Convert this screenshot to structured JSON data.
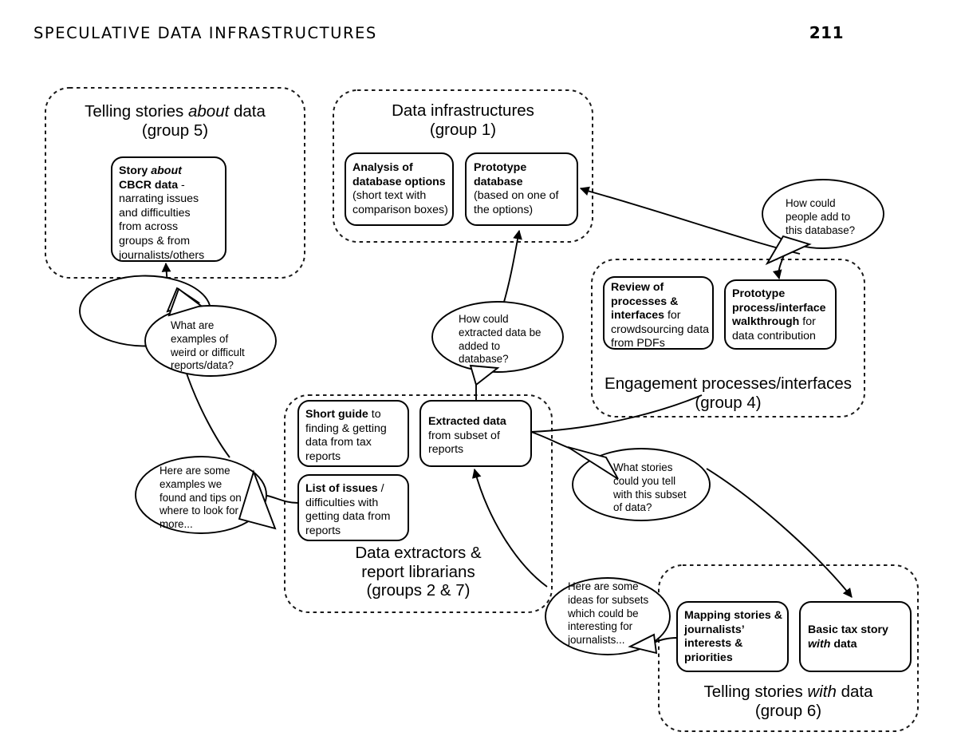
{
  "header": {
    "title": "Speculative data infrastructures",
    "page_number": "211"
  },
  "colors": {
    "ink": "#000000",
    "group_border": "#1a1a1a",
    "background": "#ffffff"
  },
  "groups": [
    {
      "id": "group-5",
      "title": "Telling stories <em>about</em> data\n(group 5)",
      "title_plain": "Telling stories about data (group 5)"
    },
    {
      "id": "group-1",
      "title": "Data infrastructures\n(group 1)",
      "title_plain": "Data infrastructures (group 1)"
    },
    {
      "id": "group-4",
      "title": "Engagement processes/interfaces\n(group 4)",
      "title_plain": "Engagement processes/interfaces (group 4)"
    },
    {
      "id": "group-2-7",
      "title": "Data extractors &amp;\nreport librarians\n(groups 2 &amp; 7)",
      "title_plain": "Data extractors & report librarians (groups 2 & 7)"
    },
    {
      "id": "group-6",
      "title": "Telling stories <em>with</em> data\n(group 6)",
      "title_plain": "Telling stories with data (group 6)"
    }
  ],
  "cards": [
    {
      "id": "card-story-about-cbcr",
      "group": "group-5",
      "html": "<b>Story <i>about</i><br>CBCR data</b> -<br>narrating issues<br>and difficulties<br>from across<br>groups &amp; from<br>journalists/others",
      "plain": "Story about CBCR data - narrating issues and difficulties from across groups & from journalists/others"
    },
    {
      "id": "card-analysis-of-database-options",
      "group": "group-1",
      "html": "<b>Analysis of<br>database options</b><br>(short text with<br>comparison boxes)",
      "plain": "Analysis of database options (short text with comparison boxes)"
    },
    {
      "id": "card-prototype-database",
      "group": "group-1",
      "html": "<b>Prototype<br>database</b><br>(based on one of<br>the options)",
      "plain": "Prototype database (based on one of the options)"
    },
    {
      "id": "card-review-of-processes",
      "group": "group-4",
      "html": "<b>Review of<br>processes &amp;<br>interfaces</b> for<br>crowdsourcing data<br>from PDFs",
      "plain": "Review of processes & interfaces for crowdsourcing data from PDFs"
    },
    {
      "id": "card-prototype-walkthrough",
      "group": "group-4",
      "html": "<b>Prototype<br>process/interface<br>walkthrough</b> for<br>data contribution",
      "plain": "Prototype process/interface walkthrough for data contribution"
    },
    {
      "id": "card-short-guide",
      "group": "group-2-7",
      "html": "<b>Short guide</b> to<br>finding &amp; getting<br>data from tax<br>reports",
      "plain": "Short guide to finding & getting data from tax reports"
    },
    {
      "id": "card-list-of-issues",
      "group": "group-2-7",
      "html": "<b>List of issues</b> /<br>difficulties with<br>getting data from<br>reports",
      "plain": "List of issues / difficulties with getting data from reports"
    },
    {
      "id": "card-extracted-data",
      "group": "group-2-7",
      "html": "<b>Extracted data</b><br>from subset of<br>reports",
      "plain": "Extracted data from subset of reports"
    },
    {
      "id": "card-mapping-stories",
      "group": "group-6",
      "html": "<b>Mapping stories &amp;<br>journalists&rsquo;<br>interests &amp;<br>priorities</b>",
      "plain": "Mapping stories & journalists' interests & priorities"
    },
    {
      "id": "card-basic-tax-story",
      "group": "group-6",
      "html": "<b>Basic tax story<br><i>with</i> data</b>",
      "plain": "Basic tax story with data"
    }
  ],
  "speech_bubbles": [
    {
      "id": "bubble-weird-difficult-reports",
      "html": "What are<br>examples of<br>weird or difficult<br>reports/data?",
      "plain": "What are examples of weird or difficult reports/data?"
    },
    {
      "id": "bubble-here-are-some-examples",
      "html": "Here are some<br>examples we<br>found and tips on<br>where to look for<br>more...",
      "plain": "Here are some examples we found and tips on where to look for more..."
    },
    {
      "id": "bubble-how-extracted-data-added",
      "html": "How could<br>extracted data be<br>added to<br>database?",
      "plain": "How could extracted data be added to database?"
    },
    {
      "id": "bubble-how-people-add",
      "html": "How could<br>people add to<br>this database?",
      "plain": "How could people add to this database?"
    },
    {
      "id": "bubble-what-stories-subset",
      "html": "What stories<br>could you tell<br>with this subset<br>of data?",
      "plain": "What stories could you tell with this subset of data?"
    },
    {
      "id": "bubble-here-are-some-ideas",
      "html": "Here are some<br>ideas for subsets<br>which could be<br>interesting for<br>journalists...",
      "plain": "Here are some ideas for subsets which could be interesting for journalists..."
    }
  ],
  "connections": [
    {
      "id": "conn-bubble-weird-to-story-card",
      "from": "bubble-weird-difficult-reports",
      "to": "card-story-about-cbcr",
      "arrow": true
    },
    {
      "id": "conn-bubble-weird-to-bubble-examples",
      "from": "bubble-weird-difficult-reports",
      "to": "bubble-here-are-some-examples",
      "arrow": false
    },
    {
      "id": "conn-list-of-issues-to-bubble-examples",
      "from": "card-list-of-issues",
      "to": "bubble-here-are-some-examples",
      "arrow": false
    },
    {
      "id": "conn-bubble-extracted-to-prototype-database",
      "from": "bubble-how-extracted-data-added",
      "to": "card-prototype-database",
      "arrow": true
    },
    {
      "id": "conn-extracted-data-to-bubble-extracted",
      "from": "card-extracted-data",
      "to": "bubble-how-extracted-data-added",
      "arrow": false
    },
    {
      "id": "conn-bubble-people-add-to-prototype-database",
      "from": "bubble-how-people-add",
      "to": "card-prototype-database",
      "arrow": true
    },
    {
      "id": "conn-bubble-people-add-to-walkthrough",
      "from": "bubble-how-people-add",
      "to": "card-prototype-walkthrough",
      "arrow": true
    },
    {
      "id": "conn-extracted-data-to-group-4",
      "from": "card-extracted-data",
      "to": "group-4",
      "arrow": false
    },
    {
      "id": "conn-extracted-data-to-bubble-what-stories",
      "from": "card-extracted-data",
      "to": "bubble-what-stories-subset",
      "arrow": false
    },
    {
      "id": "conn-bubble-what-stories-to-basic-tax-story",
      "from": "bubble-what-stories-subset",
      "to": "card-basic-tax-story",
      "arrow": true
    },
    {
      "id": "conn-bubble-ideas-to-extracted-data",
      "from": "bubble-here-are-some-ideas",
      "to": "card-extracted-data",
      "arrow": true
    },
    {
      "id": "conn-mapping-stories-to-bubble-ideas",
      "from": "card-mapping-stories",
      "to": "bubble-here-are-some-ideas",
      "arrow": false
    }
  ]
}
